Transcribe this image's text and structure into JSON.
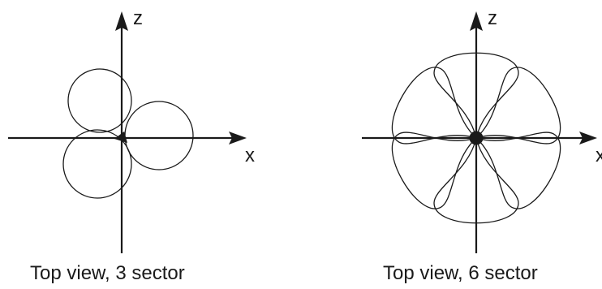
{
  "diagrams": [
    {
      "caption": "Top view, 3 sector",
      "axis_vertical_label": "z",
      "axis_horizontal_label": "x",
      "sectors": 3
    },
    {
      "caption": "Top view, 6 sector",
      "axis_vertical_label": "z",
      "axis_horizontal_label": "x",
      "sectors": 6
    }
  ],
  "colors": {
    "stroke": "#1a1a1a",
    "background": "#ffffff"
  }
}
